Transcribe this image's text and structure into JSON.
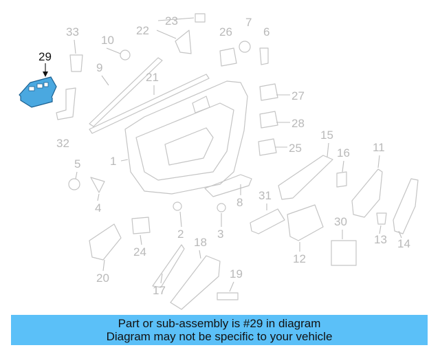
{
  "highlight_part": "29",
  "callouts": [
    "33",
    "10",
    "23",
    "22",
    "26",
    "7",
    "6",
    "9",
    "21",
    "27",
    "28",
    "25",
    "32",
    "1",
    "15",
    "16",
    "11",
    "5",
    "4",
    "8",
    "31",
    "2",
    "3",
    "24",
    "18",
    "20",
    "17",
    "19",
    "12",
    "30",
    "13",
    "14"
  ],
  "banner": {
    "line1": "Part or sub-assembly is #29 in diagram",
    "line2": "Diagram may not be specific to your vehicle"
  },
  "colors": {
    "banner_bg": "#5bc0f8",
    "highlight": "#4aa8e0",
    "line": "#c4c4c4"
  }
}
